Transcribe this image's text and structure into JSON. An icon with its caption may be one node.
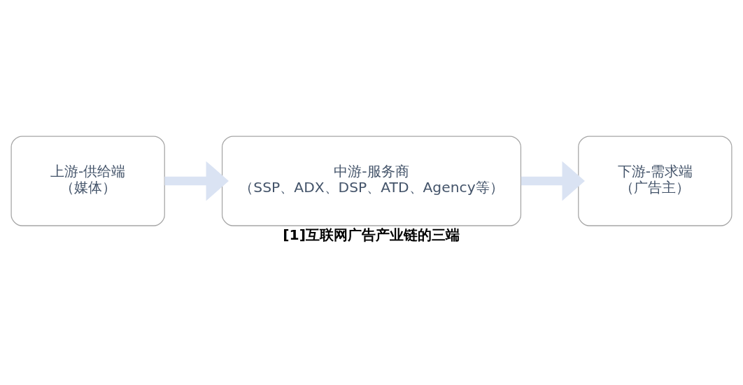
{
  "diagram": {
    "caption": "[1]互联网广告产业链的三端",
    "nodes": [
      {
        "text": [
          "上游-供给端",
          "（媒体）"
        ]
      },
      {
        "text": [
          "中游-服务商",
          "（SSP、ADX、DSP、ATD、Agency等）"
        ]
      },
      {
        "text": [
          "下游-需求端",
          "（广告主）"
        ]
      }
    ],
    "edges": [
      {
        "from": 0,
        "to": 1,
        "arrow": "to"
      },
      {
        "from": 1,
        "to": 2,
        "arrow": "to"
      }
    ]
  }
}
